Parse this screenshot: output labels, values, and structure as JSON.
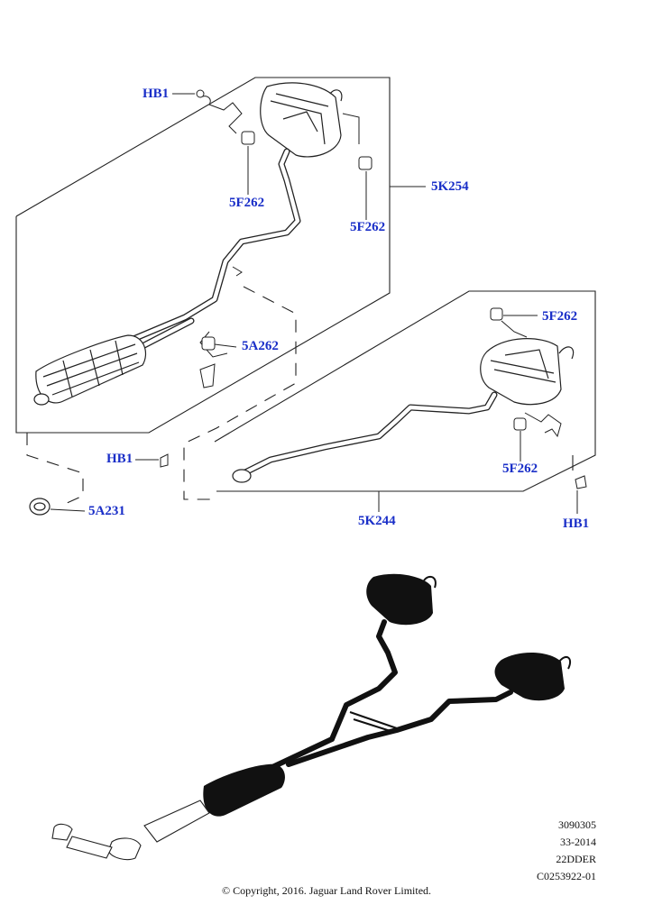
{
  "callouts": {
    "hb1_top": "HB1",
    "p5f262_upper_left": "5F262",
    "p5k254": "5K254",
    "p5f262_upper_right": "5F262",
    "p5a262": "5A262",
    "p5f262_right_top": "5F262",
    "hb1_mid": "HB1",
    "p5f262_right_bottom": "5F262",
    "p5a231": "5A231",
    "p5k244": "5K244",
    "hb1_right": "HB1"
  },
  "reference": {
    "line1": "3090305",
    "line2": "33-2014",
    "line3": "22DDER",
    "line4": "C0253922-01"
  },
  "footer": {
    "copyright": "© Copyright, 2016. Jaguar Land Rover Limited."
  },
  "colors": {
    "callout": "#1a2fc8",
    "line": "#222222",
    "solid_part": "#111111"
  }
}
